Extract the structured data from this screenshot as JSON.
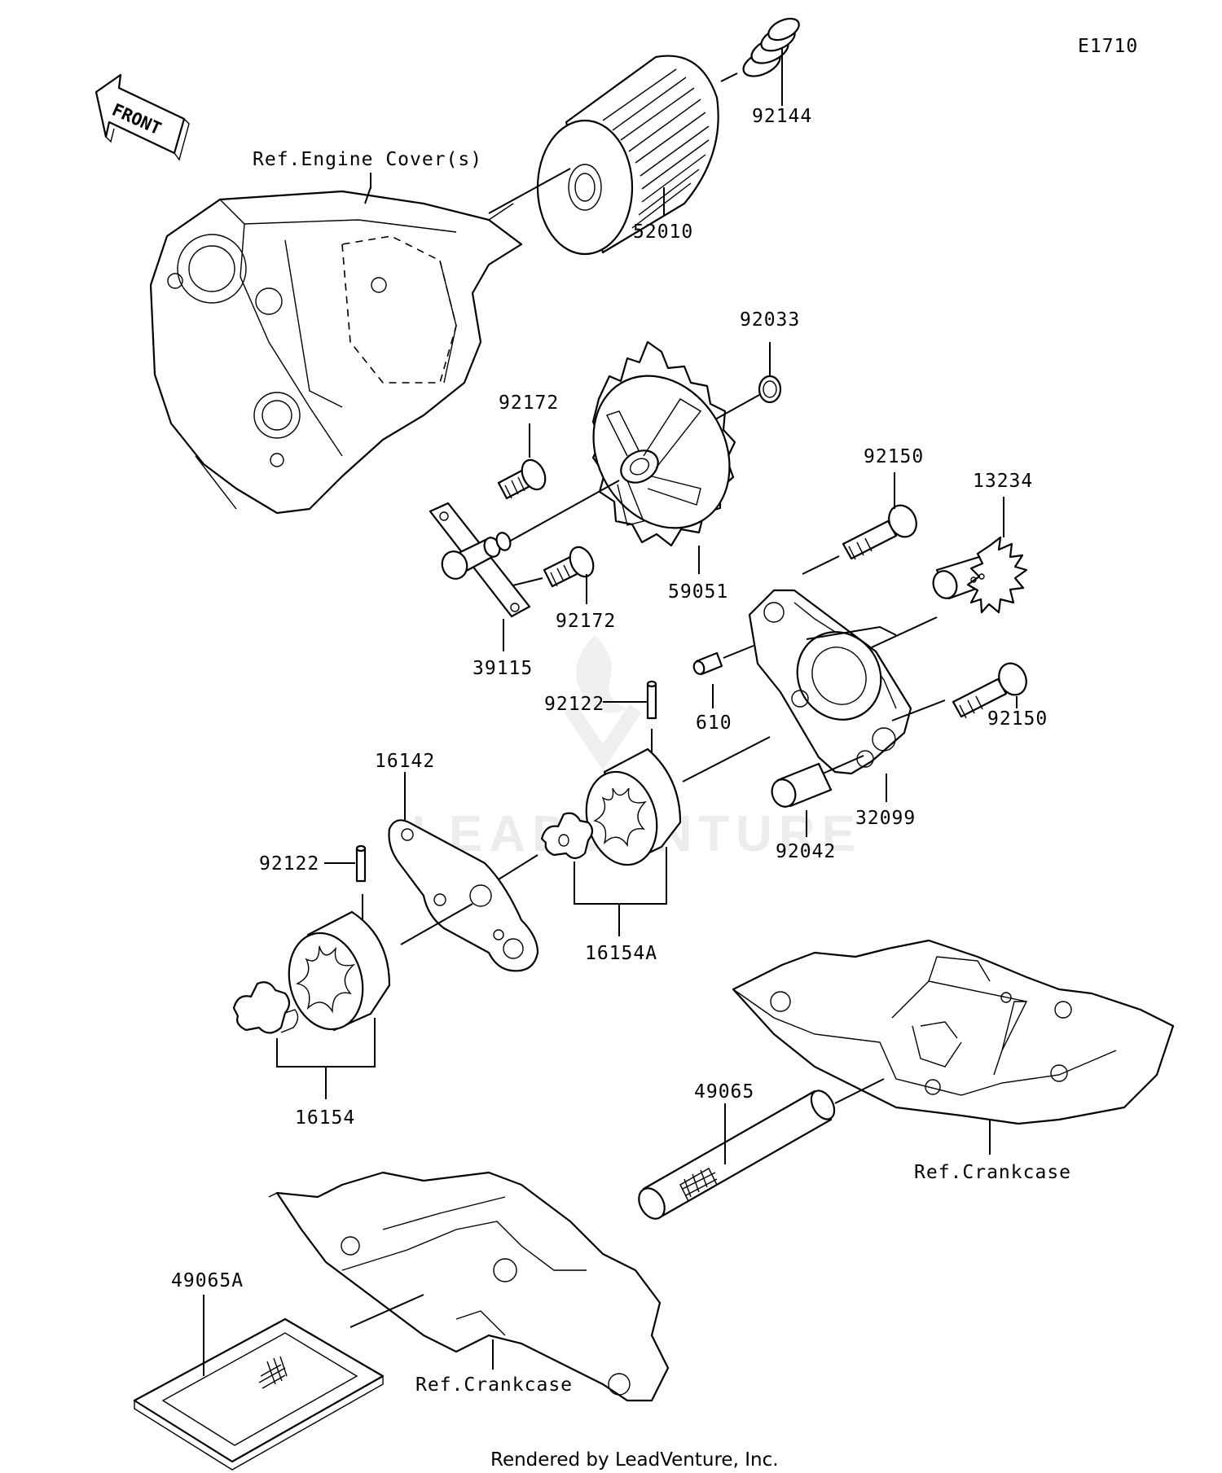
{
  "diagram": {
    "code": "E1710",
    "front_label": "FRONT",
    "footer": "Rendered by LeadVenture, Inc.",
    "watermark": "LEADVENTURE",
    "references": {
      "engine_cover": "Ref.Engine Cover(s)",
      "crankcase_right": "Ref.Crankcase",
      "crankcase_bottom": "Ref.Crankcase"
    },
    "parts": {
      "p92144": "92144",
      "p52010": "52010",
      "p92033": "92033",
      "p92172_top": "92172",
      "p92172_bottom": "92172",
      "p59051": "59051",
      "p92150_top": "92150",
      "p13234": "13234",
      "p39115": "39115",
      "p92122_top": "92122",
      "p610": "610",
      "p92150_bottom": "92150",
      "p16142": "16142",
      "p32099": "32099",
      "p92042": "92042",
      "p92122_left": "92122",
      "p16154A": "16154A",
      "p16154": "16154",
      "p49065": "49065",
      "p49065A": "49065A"
    }
  }
}
